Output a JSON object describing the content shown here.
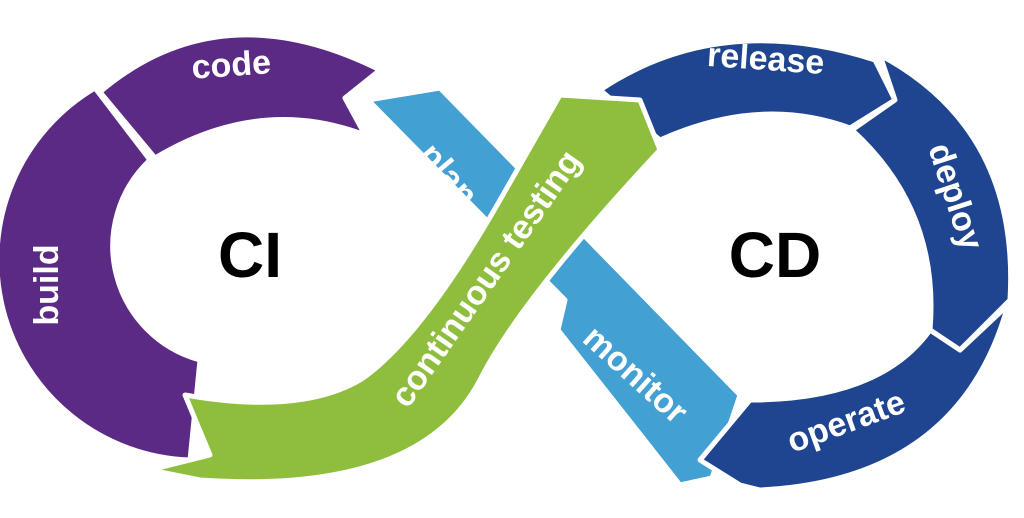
{
  "colors": {
    "ci": "#5b2a84",
    "cd": "#1f4591",
    "plan": "#43a0d2",
    "testing": "#8fbe3e",
    "text_on_segment": "#ffffff",
    "center_text": "#000000"
  },
  "labels": {
    "ci": "CI",
    "cd": "CD",
    "code": "code",
    "build": "build",
    "plan": "plan",
    "continuous_testing": "continuous testing",
    "monitor": "monitor",
    "release": "release",
    "deploy": "deploy",
    "operate": "operate"
  }
}
